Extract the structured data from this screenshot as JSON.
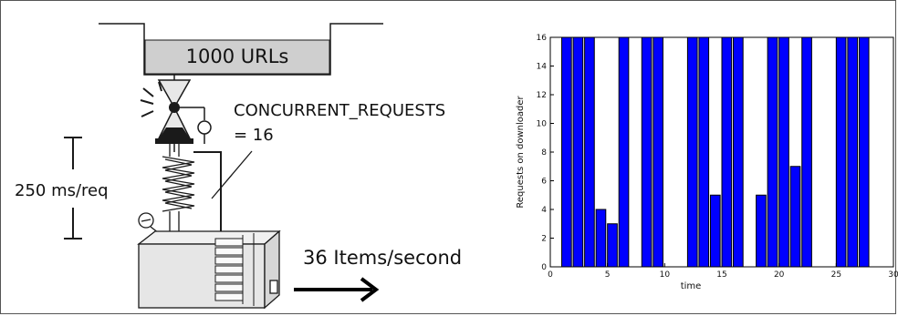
{
  "diagram": {
    "queue_label": "1000 URLs",
    "valve_label_line1": "CONCURRENT_REQUESTS",
    "valve_label_line2": "= 16",
    "latency_label": "250 ms/req",
    "throughput_label": "36 Items/second",
    "colors": {
      "queue_fill": "#cfcfcf",
      "stroke": "#1a1a1a",
      "machine_fill": "#e6e6e6"
    }
  },
  "chart_data": {
    "type": "bar",
    "xlabel": "time",
    "ylabel": "Requests on downloader",
    "xlim": [
      0,
      30
    ],
    "ylim": [
      0,
      16
    ],
    "x_ticks": [
      0,
      5,
      10,
      15,
      20,
      25,
      30
    ],
    "y_ticks": [
      0,
      2,
      4,
      6,
      8,
      10,
      12,
      14,
      16
    ],
    "bar_color": "#0000ff",
    "bar_width": 0.85,
    "bars": [
      {
        "x": 1,
        "value": 16
      },
      {
        "x": 2,
        "value": 16
      },
      {
        "x": 3,
        "value": 16
      },
      {
        "x": 4,
        "value": 4
      },
      {
        "x": 5,
        "value": 3
      },
      {
        "x": 6,
        "value": 16
      },
      {
        "x": 8,
        "value": 16
      },
      {
        "x": 9,
        "value": 16
      },
      {
        "x": 12,
        "value": 16
      },
      {
        "x": 13,
        "value": 16
      },
      {
        "x": 14,
        "value": 5
      },
      {
        "x": 15,
        "value": 16
      },
      {
        "x": 16,
        "value": 16
      },
      {
        "x": 18,
        "value": 5
      },
      {
        "x": 19,
        "value": 16
      },
      {
        "x": 20,
        "value": 16
      },
      {
        "x": 21,
        "value": 7
      },
      {
        "x": 22,
        "value": 16
      },
      {
        "x": 25,
        "value": 16
      },
      {
        "x": 26,
        "value": 16
      },
      {
        "x": 27,
        "value": 16
      }
    ]
  }
}
